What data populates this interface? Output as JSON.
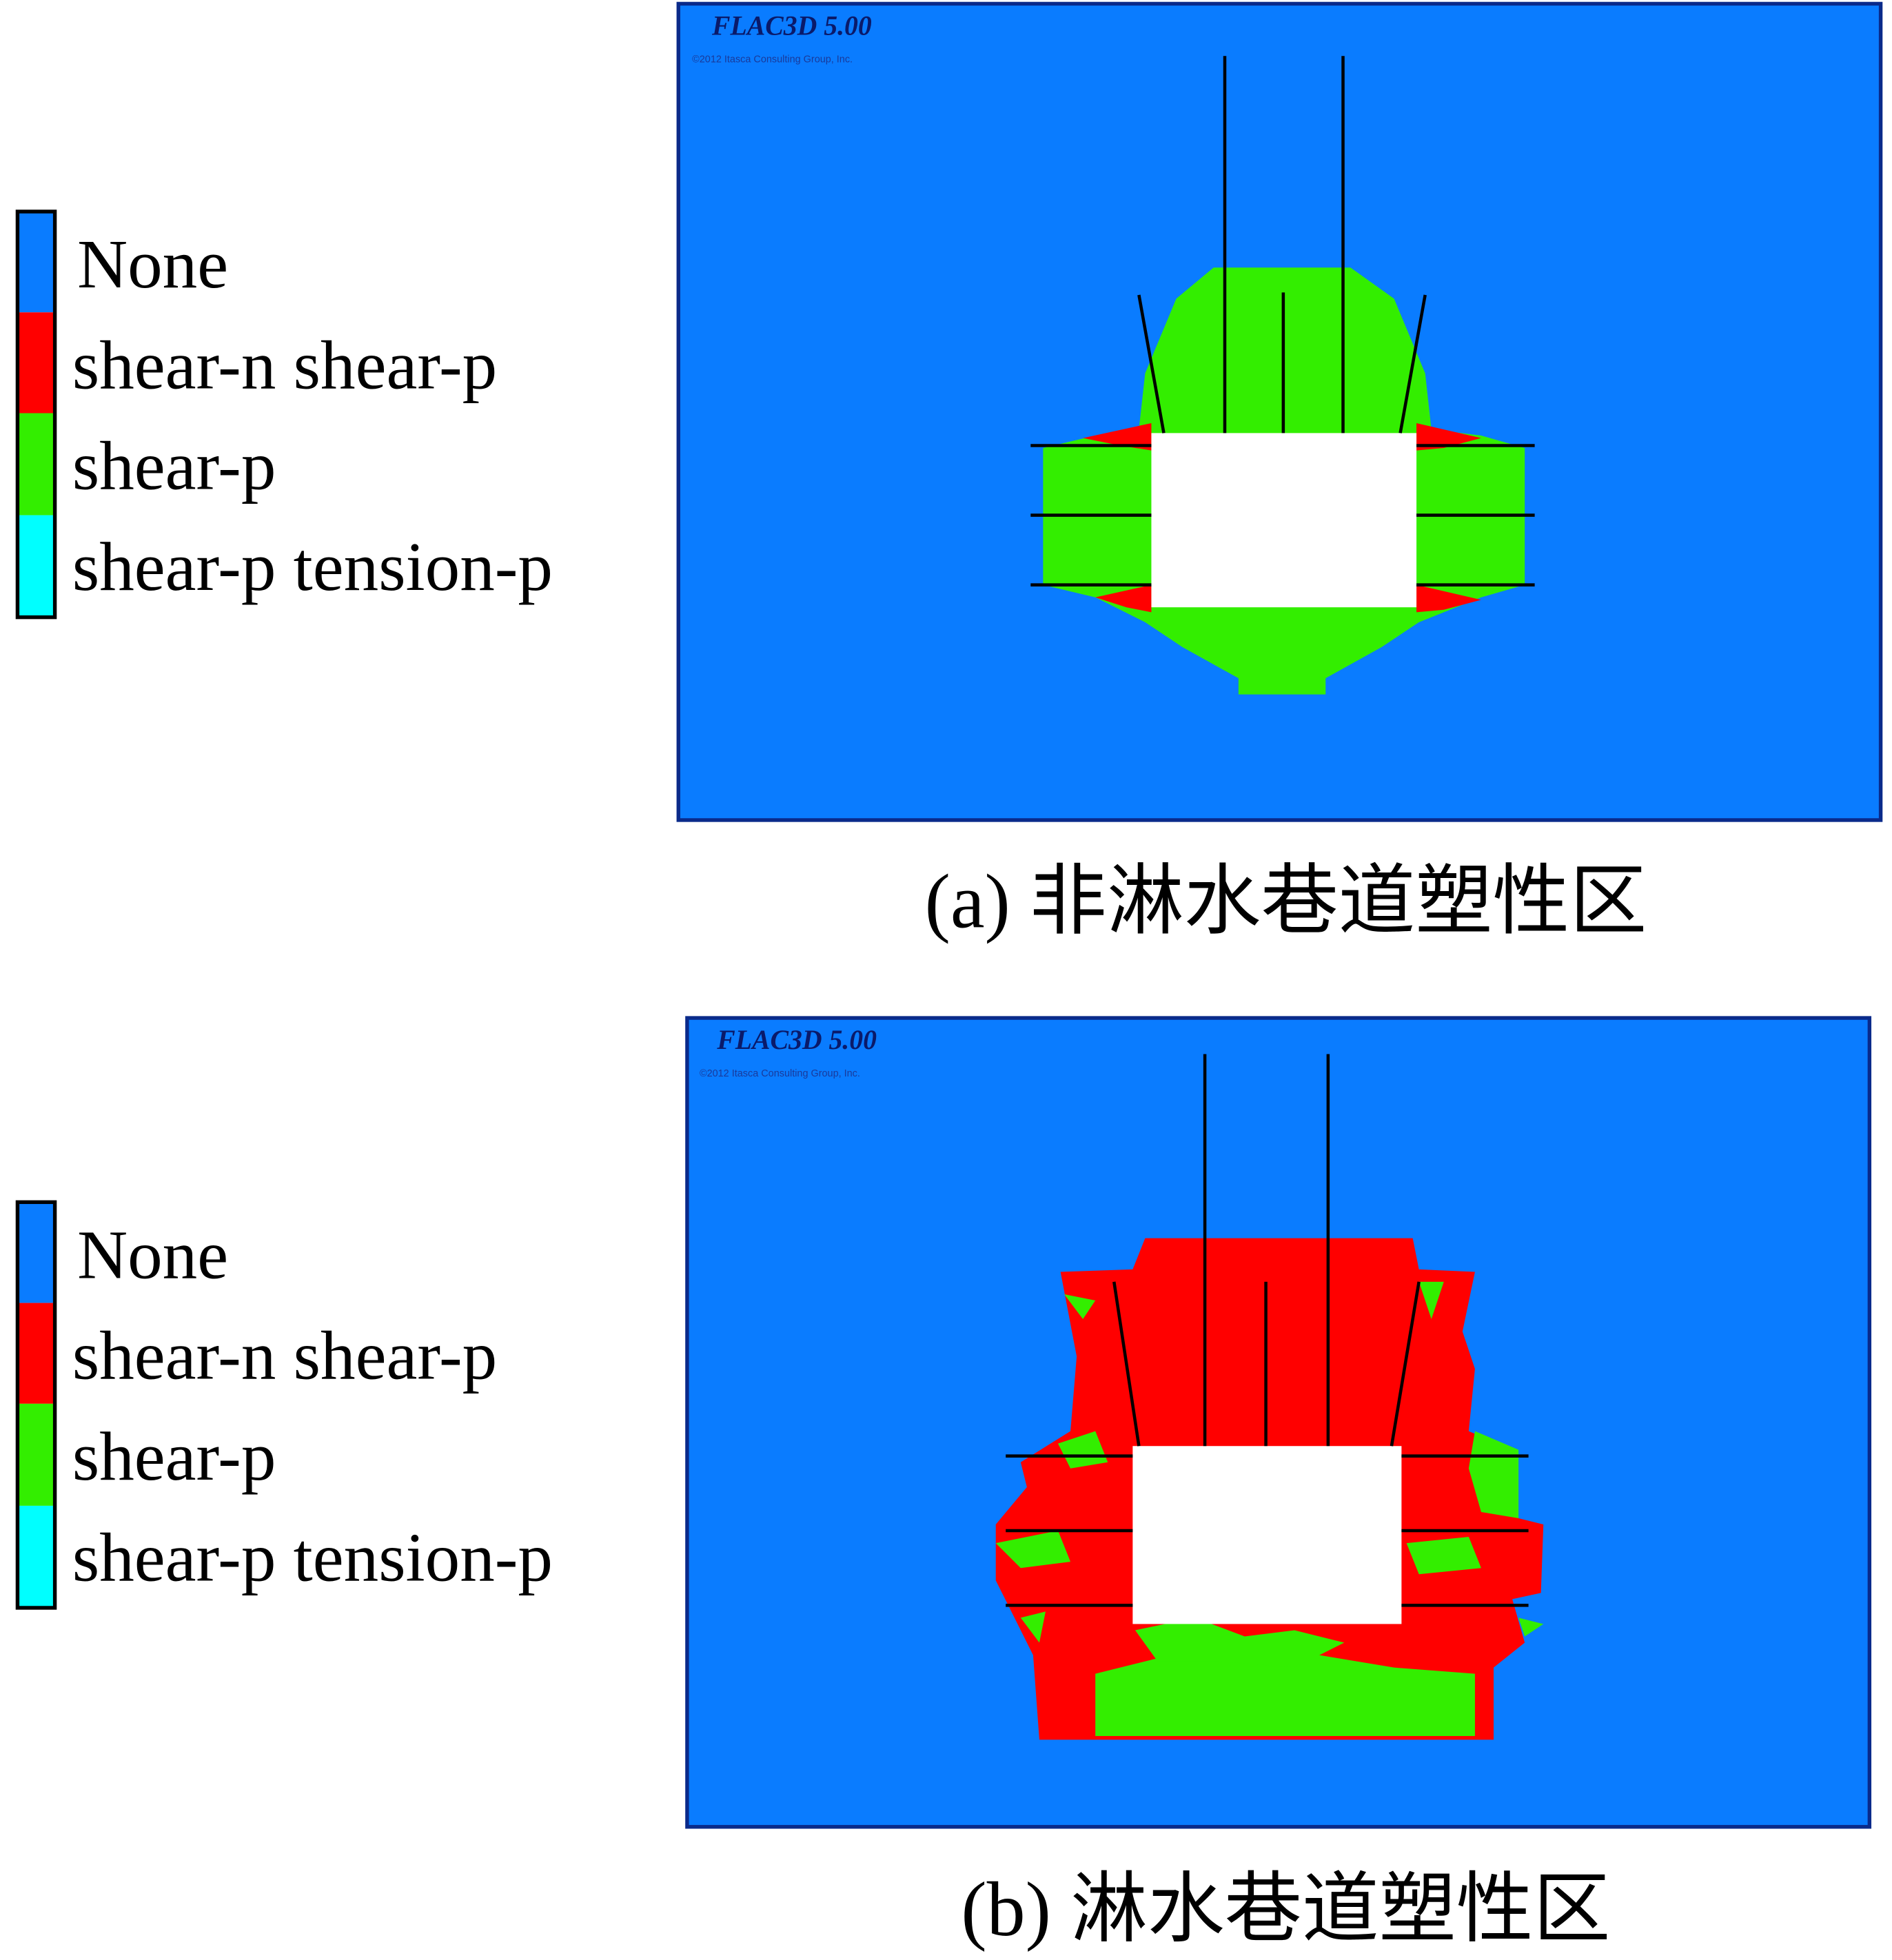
{
  "legend": {
    "items": [
      {
        "label": "None",
        "color": "#0a7cff"
      },
      {
        "label": "shear-n shear-p",
        "color": "#ff0000"
      },
      {
        "label": "shear-p",
        "color": "#33ee00"
      },
      {
        "label": "shear-p tension-p",
        "color": "#00ffff"
      }
    ]
  },
  "panels": [
    {
      "header": "FLAC3D 5.00",
      "subheader": "©2012 Itasca Consulting Group, Inc.",
      "caption": "(a) 非淋水巷道塑性区"
    },
    {
      "header": "FLAC3D 5.00",
      "subheader": "©2012 Itasca Consulting Group, Inc.",
      "caption": "(b) 淋水巷道塑性区"
    }
  ],
  "colors": {
    "background": "#0a7cff",
    "hole": "#ffffff",
    "bolt": "#000000"
  }
}
